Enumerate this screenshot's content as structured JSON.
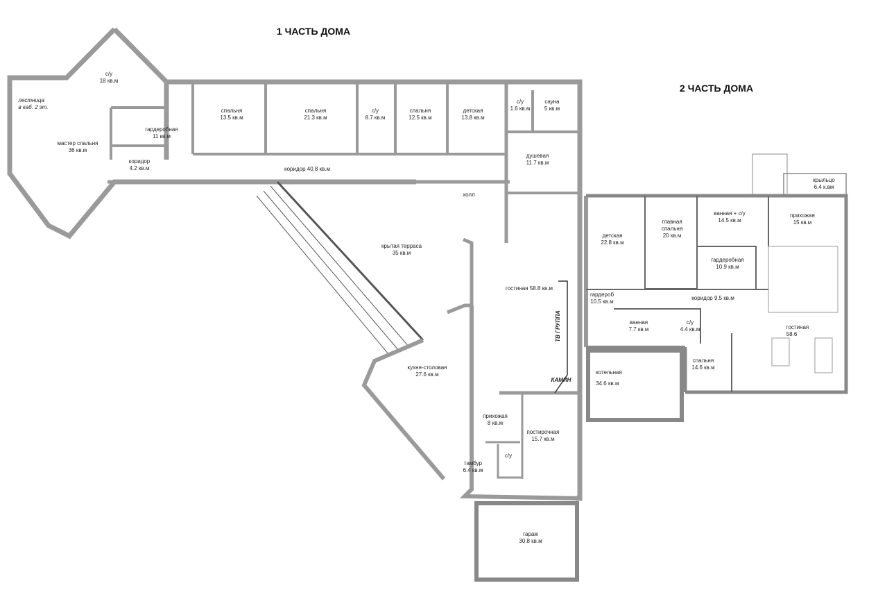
{
  "titles": {
    "part1": "1 ЧАСТЬ ДОМА",
    "part2": "2 ЧАСТЬ ДОМА"
  },
  "part1_rooms": [
    {
      "name": "с/у",
      "area": "18 кв.м"
    },
    {
      "name": "лестница",
      "area": "в каб. 2 эт."
    },
    {
      "name": "мастер спальня",
      "area": "36 кв.м"
    },
    {
      "name": "гардеробная",
      "area": "11 кв.м"
    },
    {
      "name": "коридор",
      "area": "4.2 кв.м"
    },
    {
      "name": "спальня",
      "area": "13.5 кв.м"
    },
    {
      "name": "спальня",
      "area": "21.3 кв.м"
    },
    {
      "name": "с/у",
      "area": "8.7 кв.м"
    },
    {
      "name": "спальня",
      "area": "12.5 кв.м"
    },
    {
      "name": "детская",
      "area": "13.8 кв.м"
    },
    {
      "name": "с/у",
      "area": "1.6 кв.м"
    },
    {
      "name": "сауна",
      "area": "5 кв.м"
    },
    {
      "name": "коридор 40.8 кв.м",
      "area": ""
    },
    {
      "name": "душевая",
      "area": "11.7 кв.м"
    },
    {
      "name": "холл",
      "area": ""
    },
    {
      "name": "крытая терраса",
      "area": "35 кв.м"
    },
    {
      "name": "гостиная 58.8 кв.м",
      "area": ""
    },
    {
      "name": "кухня-столовая",
      "area": "27.6 кв.м"
    },
    {
      "name": "прихожая",
      "area": "8 кв.м"
    },
    {
      "name": "постирочная",
      "area": "15.7 кв.м"
    },
    {
      "name": "с/у",
      "area": ""
    },
    {
      "name": "тамбур",
      "area": "6.4 кв.м"
    },
    {
      "name": "гараж",
      "area": "30.8 кв.м"
    }
  ],
  "annotations": {
    "tv": "ТВ ГРУППА",
    "fireplace": "КАМИН"
  },
  "part2_rooms": [
    {
      "name": "крыльцо",
      "area": "6.4 к.вм"
    },
    {
      "name": "детская",
      "area": "22.8 кв.м"
    },
    {
      "name": "главная спальня",
      "area": "20 кв.м"
    },
    {
      "name": "ванная + с/у",
      "area": "14.5 кв.м"
    },
    {
      "name": "прихожая",
      "area": "15 кв.м"
    },
    {
      "name": "гардеробная",
      "area": "10.9 кв.м"
    },
    {
      "name": "гардероб",
      "area": "10.5 кв.м"
    },
    {
      "name": "коридор 9.5 кв.м",
      "area": ""
    },
    {
      "name": "ванная",
      "area": "7.7 кв.м"
    },
    {
      "name": "с/у",
      "area": "4.4 кв.м"
    },
    {
      "name": "гостиная",
      "area": "58.6"
    },
    {
      "name": "спальня",
      "area": "14.6 кв.м"
    },
    {
      "name": "котельная",
      "area": "34.6 кв.м"
    }
  ],
  "colors": {
    "wall": "#9a9a9a",
    "thin": "#555555"
  }
}
